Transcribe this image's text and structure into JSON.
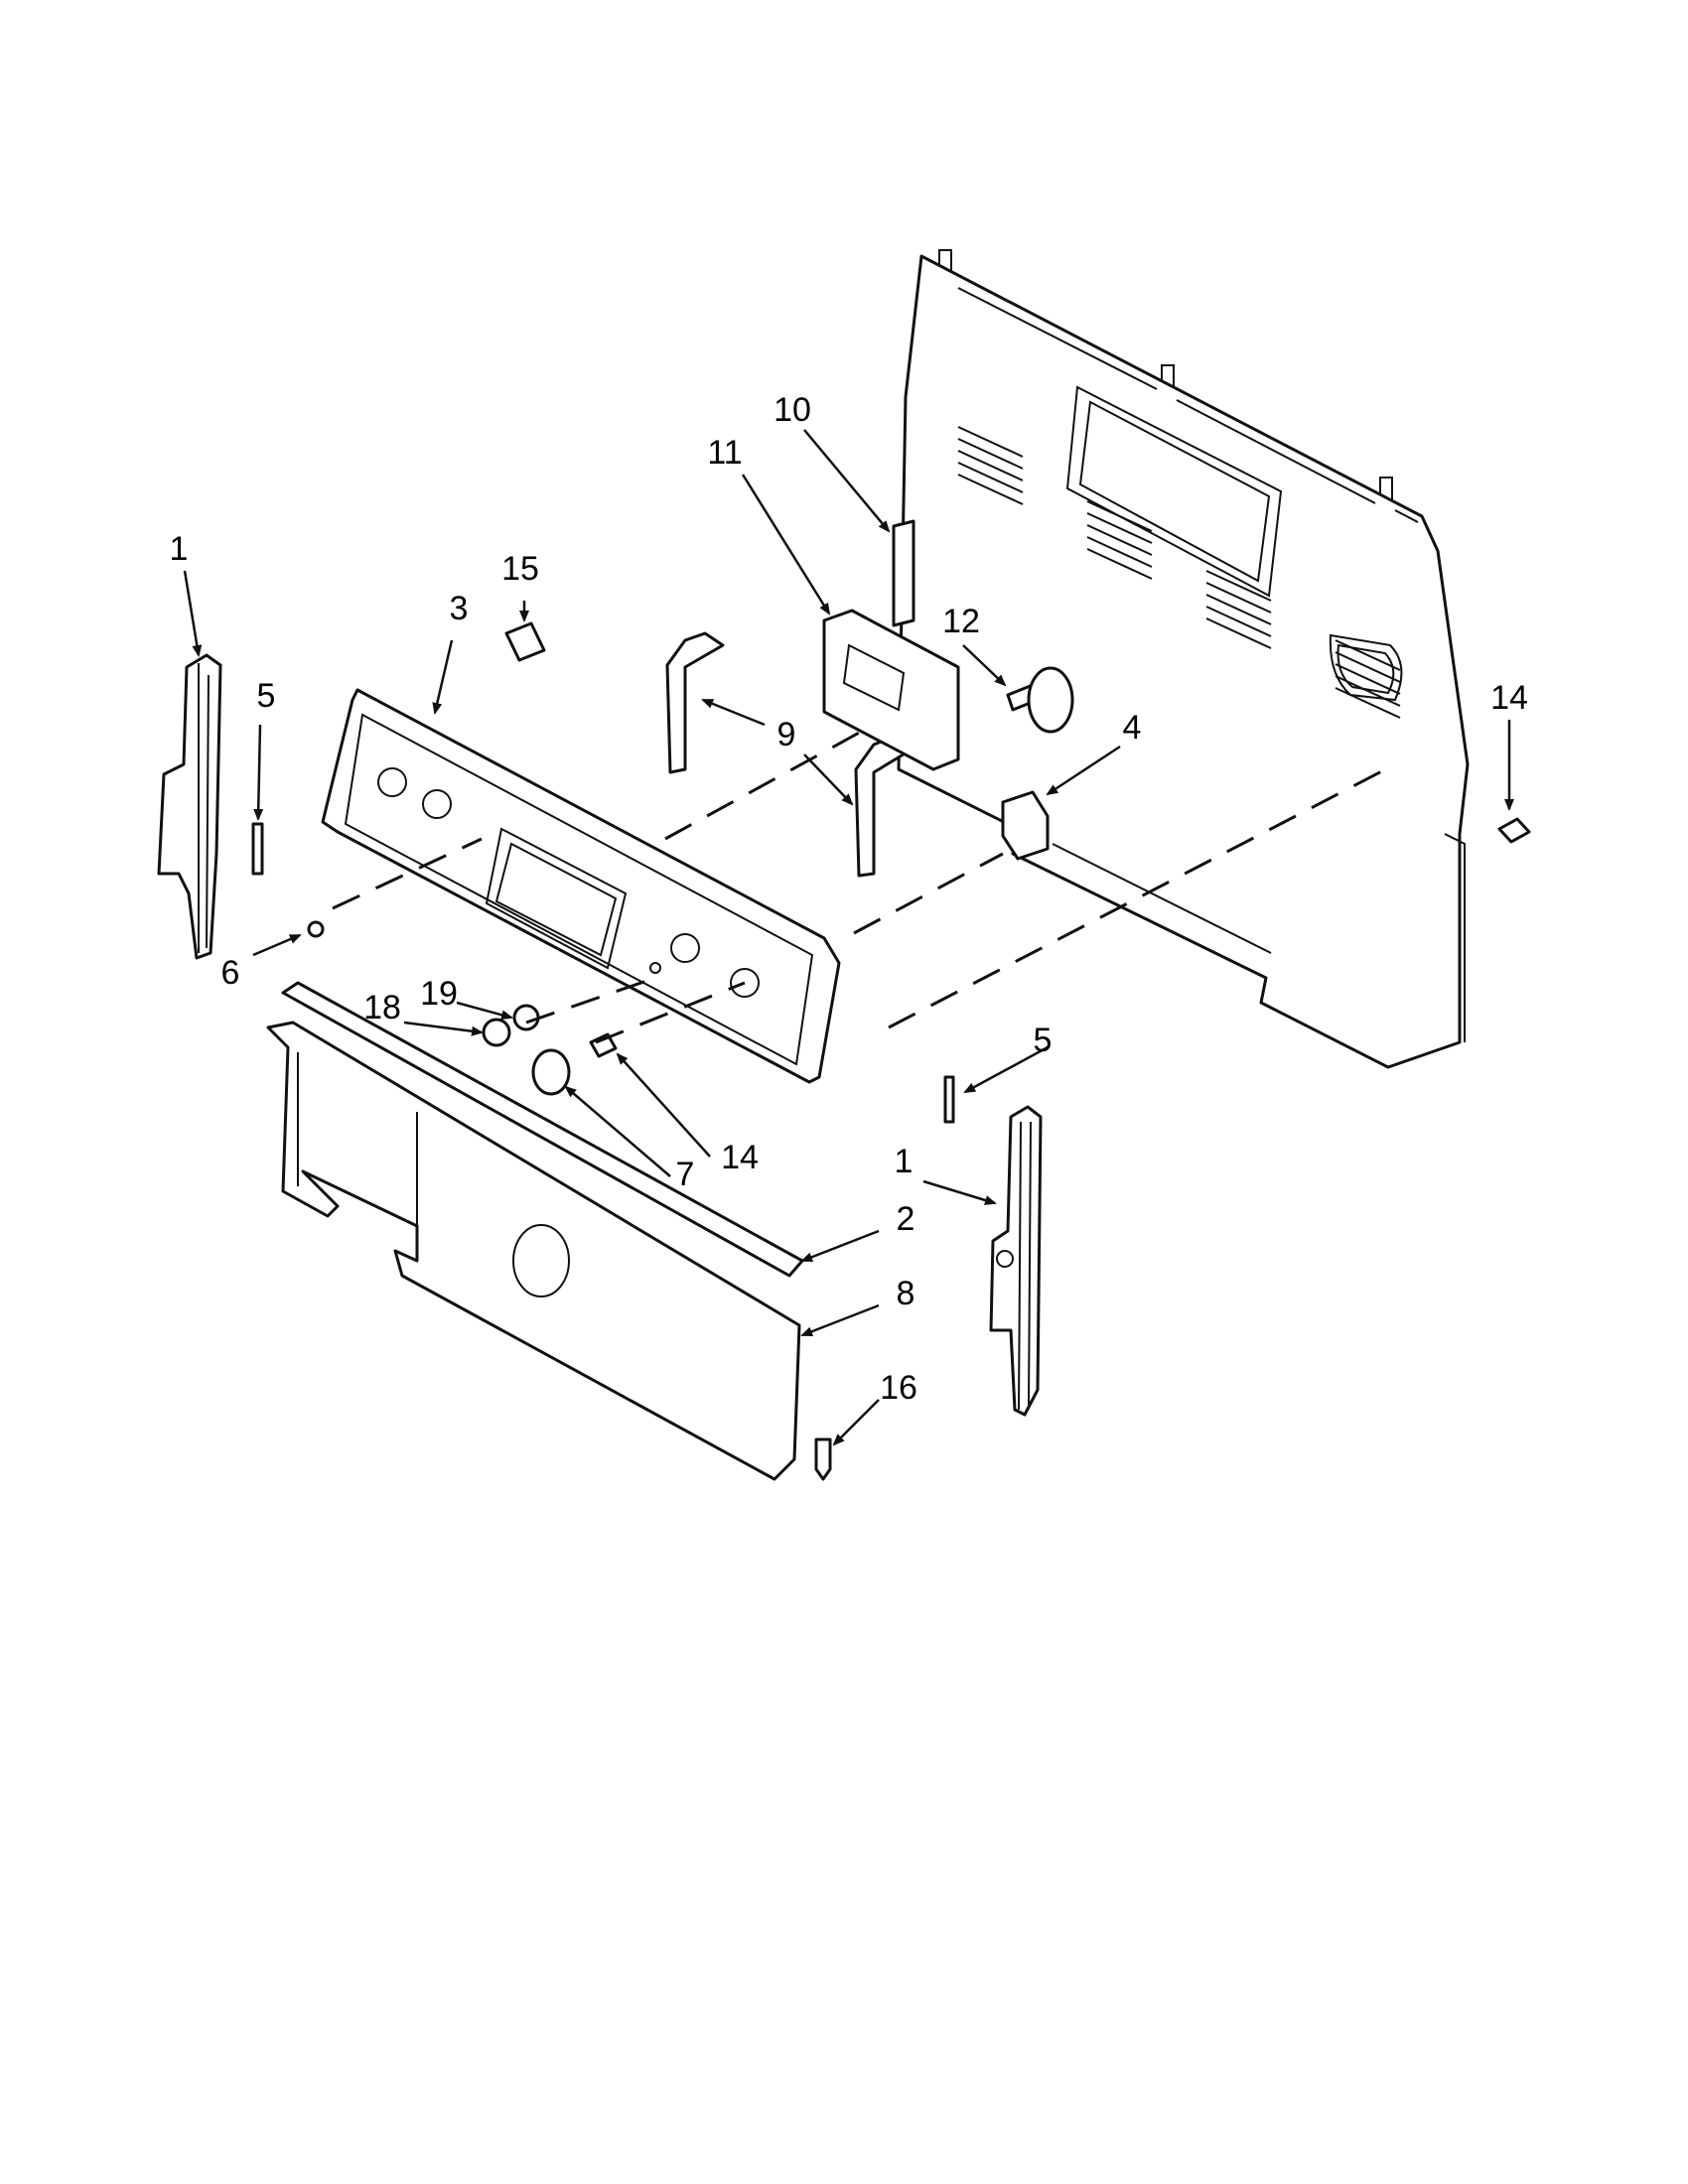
{
  "callouts": [
    {
      "id": "lbl-1-left",
      "text": "1"
    },
    {
      "id": "lbl-5-left",
      "text": "5"
    },
    {
      "id": "lbl-6",
      "text": "6"
    },
    {
      "id": "lbl-15",
      "text": "15"
    },
    {
      "id": "lbl-3",
      "text": "3"
    },
    {
      "id": "lbl-11",
      "text": "11"
    },
    {
      "id": "lbl-10",
      "text": "10"
    },
    {
      "id": "lbl-12",
      "text": "12"
    },
    {
      "id": "lbl-9",
      "text": "9"
    },
    {
      "id": "lbl-4",
      "text": "4"
    },
    {
      "id": "lbl-14-right",
      "text": "14"
    },
    {
      "id": "lbl-18",
      "text": "18"
    },
    {
      "id": "lbl-19",
      "text": "19"
    },
    {
      "id": "lbl-7",
      "text": "7"
    },
    {
      "id": "lbl-14-mid",
      "text": "14"
    },
    {
      "id": "lbl-5-right",
      "text": "5"
    },
    {
      "id": "lbl-1-right",
      "text": "1"
    },
    {
      "id": "lbl-2",
      "text": "2"
    },
    {
      "id": "lbl-8",
      "text": "8"
    },
    {
      "id": "lbl-16",
      "text": "16"
    }
  ]
}
